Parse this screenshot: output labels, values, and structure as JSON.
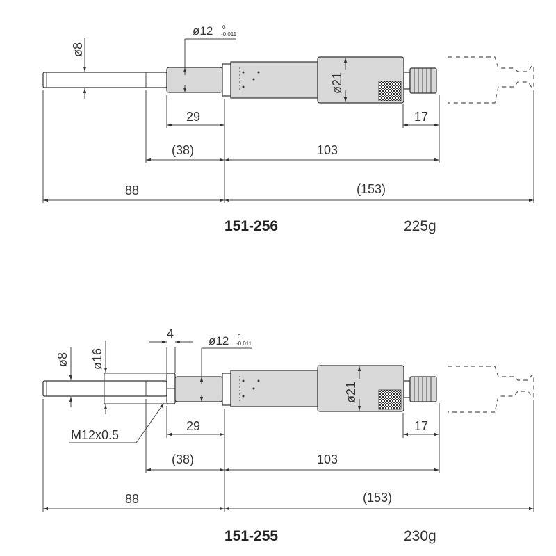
{
  "drawings": [
    {
      "model": "151-256",
      "weight": "225g",
      "labels": {
        "spindle_dia": "ø8",
        "stem_dia": "ø12",
        "stem_tol_upper": "0",
        "stem_tol_lower": "-0.011",
        "thimble_dia": "ø21",
        "d29": "29",
        "d17": "17",
        "d38": "(38)",
        "d103": "103",
        "d88": "88",
        "d153": "(153)"
      }
    },
    {
      "model": "151-255",
      "weight": "230g",
      "labels": {
        "spindle_dia": "ø8",
        "nut_dia": "ø16",
        "nut_width": "4",
        "stem_dia": "ø12",
        "stem_tol_upper": "0",
        "stem_tol_lower": "-0.011",
        "thimble_dia": "ø21",
        "thread": "M12x0.5",
        "d29": "29",
        "d17": "17",
        "d38": "(38)",
        "d103": "103",
        "d88": "88",
        "d153": "(153)"
      }
    }
  ]
}
